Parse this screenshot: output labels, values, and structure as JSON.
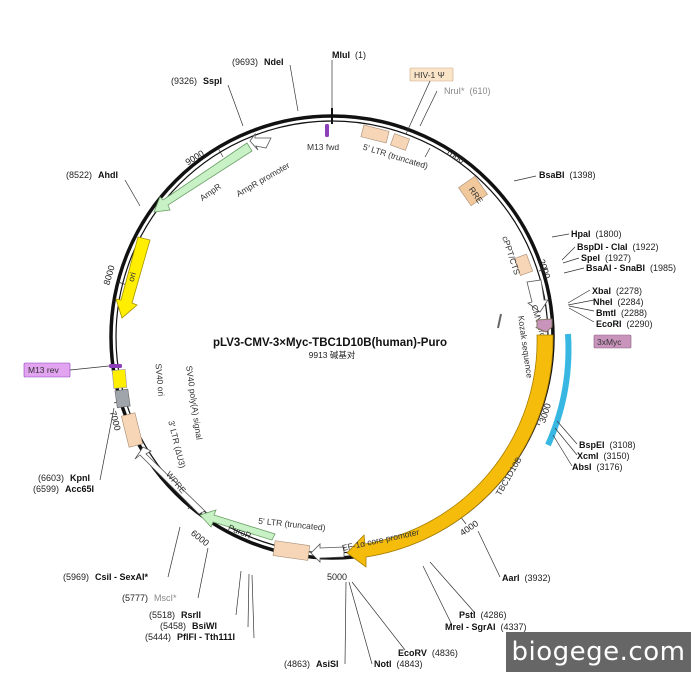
{
  "plasmid": {
    "name": "pLV3-CMV-3×Myc-TBC1D10B(human)-Puro",
    "size_label": "9913 碱基对",
    "length": 9913
  },
  "ticks": [
    {
      "pos": 1000,
      "label": "1000"
    },
    {
      "pos": 2000,
      "label": "2000"
    },
    {
      "pos": 3000,
      "label": "3000"
    },
    {
      "pos": 4000,
      "label": "4000"
    },
    {
      "pos": 5000,
      "label": "5000"
    },
    {
      "pos": 6000,
      "label": "6000"
    },
    {
      "pos": 7000,
      "label": "7000"
    },
    {
      "pos": 8000,
      "label": "8000"
    },
    {
      "pos": 9000,
      "label": "9000"
    }
  ],
  "sites": [
    {
      "name": "MluI",
      "pos_label": "(1)",
      "order": "name-first"
    },
    {
      "name": "NdeI",
      "pos_label": "(9693)",
      "order": "pos-first"
    },
    {
      "name": "SspI",
      "pos_label": "(9326)",
      "order": "pos-first"
    },
    {
      "name": "AhdI",
      "pos_label": "(8522)",
      "order": "pos-first"
    },
    {
      "name": "KpnI",
      "pos_label": "(6603)",
      "order": "pos-first"
    },
    {
      "name": "Acc65I",
      "pos_label": "(6599)",
      "order": "pos-first"
    },
    {
      "name": "CsiI - SexAI*",
      "pos_label": "(5969)",
      "order": "pos-first"
    },
    {
      "name": "MscI*",
      "pos_label": "(5777)",
      "order": "pos-first",
      "noncut": true
    },
    {
      "name": "RsrII",
      "pos_label": "(5518)",
      "order": "pos-first"
    },
    {
      "name": "BsiWI",
      "pos_label": "(5458)",
      "order": "pos-first"
    },
    {
      "name": "PflFI - Tth111I",
      "pos_label": "(5444)",
      "order": "pos-first"
    },
    {
      "name": "AsiSI",
      "pos_label": "(4863)",
      "order": "pos-first"
    },
    {
      "name": "NotI",
      "pos_label": "(4843)",
      "order": "name-first"
    },
    {
      "name": "EcoRV",
      "pos_label": "(4836)",
      "order": "name-first"
    },
    {
      "name": "MreI - SgrAI",
      "pos_label": "(4337)",
      "order": "name-first"
    },
    {
      "name": "PstI",
      "pos_label": "(4286)",
      "order": "name-first"
    },
    {
      "name": "AarI",
      "pos_label": "(3932)",
      "order": "name-first"
    },
    {
      "name": "AbsI",
      "pos_label": "(3176)",
      "order": "name-first"
    },
    {
      "name": "XcmI",
      "pos_label": "(3150)",
      "order": "name-first"
    },
    {
      "name": "BspEI",
      "pos_label": "(3108)",
      "order": "name-first"
    },
    {
      "name": "EcoRI",
      "pos_label": "(2290)",
      "order": "name-first"
    },
    {
      "name": "BmtI",
      "pos_label": "(2288)",
      "order": "name-first"
    },
    {
      "name": "NheI",
      "pos_label": "(2284)",
      "order": "name-first"
    },
    {
      "name": "XbaI",
      "pos_label": "(2278)",
      "order": "name-first"
    },
    {
      "name": "BsaAI - SnaBI",
      "pos_label": "(1985)",
      "order": "name-first"
    },
    {
      "name": "SpeI",
      "pos_label": "(1927)",
      "order": "name-first"
    },
    {
      "name": "BspDI - ClaI",
      "pos_label": "(1922)",
      "order": "name-first"
    },
    {
      "name": "HpaI",
      "pos_label": "(1800)",
      "order": "name-first"
    },
    {
      "name": "BsaBI",
      "pos_label": "(1398)",
      "order": "name-first"
    },
    {
      "name": "NruI*",
      "pos_label": "(610)",
      "order": "name-first",
      "noncut": true
    }
  ],
  "features": [
    {
      "label": "M13 fwd"
    },
    {
      "label": "5' LTR (truncated)"
    },
    {
      "label": "HIV-1 Ψ"
    },
    {
      "label": "RRE"
    },
    {
      "label": "cPPT/CTS"
    },
    {
      "label": "CMV promoter"
    },
    {
      "label": "Kozak sequence"
    },
    {
      "label": "3xMyc"
    },
    {
      "label": "TBC1D10B"
    },
    {
      "label": "EF-1α core promoter"
    },
    {
      "label": "5' LTR (truncated)"
    },
    {
      "label": "PuroR"
    },
    {
      "label": "WPRE"
    },
    {
      "label": "3' LTR (ΔU3)"
    },
    {
      "label": "SV40 poly(A) signal"
    },
    {
      "label": "SV40 ori"
    },
    {
      "label": "M13 rev"
    },
    {
      "label": "ori"
    },
    {
      "label": "AmpR"
    },
    {
      "label": "AmpR promoter"
    }
  ],
  "colors": {
    "backbone": "#111111",
    "ltr": "#f7d6b8",
    "rre": "#f0c89c",
    "promoter": "#ffffff",
    "tag": "#c994bc",
    "cds": "#f5bc0b",
    "tag_region": "#38b7e3",
    "puro": "#c8f2c6",
    "amp": "#c8f2c6",
    "ori": "#ffee00",
    "sv40": "#a0a4ab",
    "m13": "#8b3fb8",
    "m13_label": "#e2a3f0",
    "hiv_label": "#fbe5c9"
  },
  "watermark": "biogege.com"
}
